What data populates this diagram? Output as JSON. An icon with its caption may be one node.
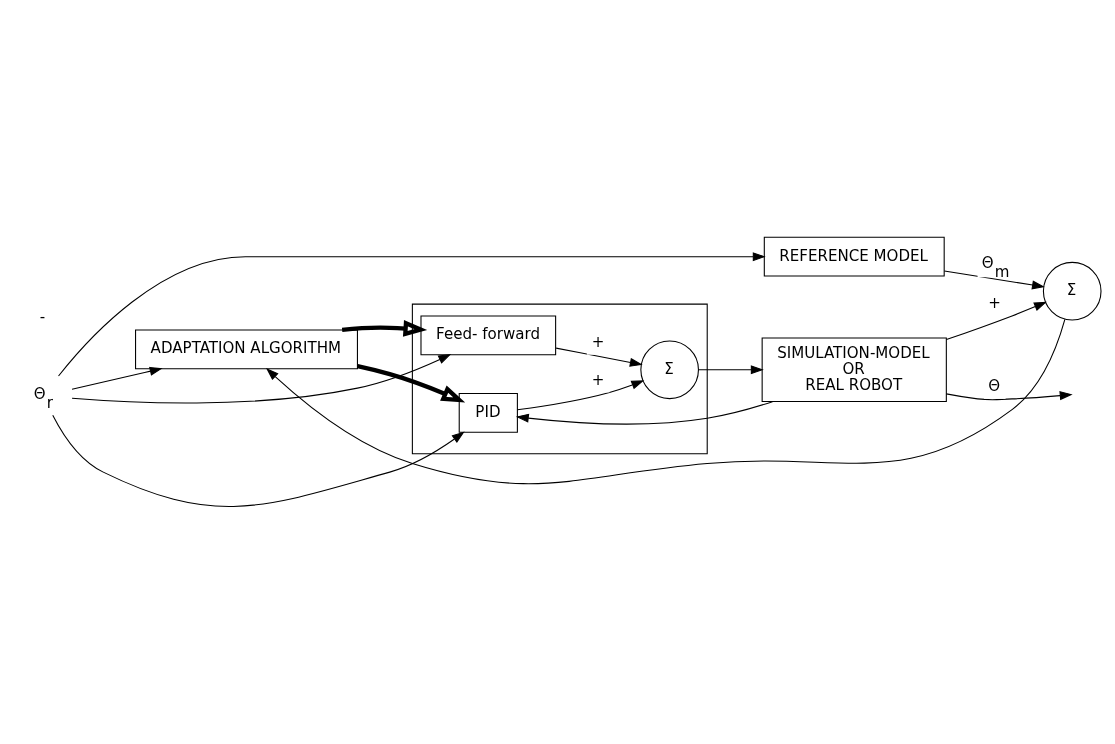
{
  "diagram": {
    "nodes": [
      {
        "text": [
          "REFERENCE MODEL"
        ]
      },
      {
        "text": [
          "ADAPTATION ALGORITHM"
        ]
      },
      {
        "text": [],
        "shape": "box"
      },
      {
        "text": [
          "Feed- forward"
        ],
        "in": 2
      },
      {
        "text": [
          "PID"
        ],
        "in": 2
      },
      {
        "text": [
          "Σ"
        ],
        "in": 2
      },
      {
        "text": [
          "SIMULATION-MODEL",
          "OR",
          "REAL ROBOT"
        ]
      },
      {
        "text": [
          "Σ"
        ]
      },
      {
        "text": [
          "Θ$_{r}$"
        ]
      }
    ],
    "edges": [
      {
        "from": 8,
        "to": 0,
        "arrow": "to"
      },
      {
        "from": 8,
        "to": 1,
        "arrow": "to"
      },
      {
        "from": 8,
        "to": 3,
        "arrow": "to"
      },
      {
        "from": 8,
        "to": 4,
        "arrow": "to"
      },
      {
        "from": 0,
        "to": 7,
        "arrow": "to",
        "label": "Θ$_{m}$"
      },
      {
        "from": 7,
        "to": 1,
        "arrow": "to"
      },
      {
        "from": 1,
        "to": 3,
        "arrow": "to",
        "style": "thick"
      },
      {
        "from": 1,
        "to": 4,
        "arrow": "to",
        "style": "thick"
      },
      {
        "from": 3,
        "to": 5,
        "arrow": "to",
        "label": "+"
      },
      {
        "from": 4,
        "to": 5,
        "arrow": "to",
        "label": "+"
      },
      {
        "from": 5,
        "to": 6,
        "arrow": "to"
      },
      {
        "from": 6,
        "to": null,
        "arrow": "to",
        "label": "Θ"
      },
      {
        "from": 6,
        "to": 7,
        "arrow": "to",
        "label": "+"
      },
      {
        "from": 6,
        "to": 4,
        "arrow": "to"
      }
    ],
    "labels": [
      "-"
    ]
  }
}
